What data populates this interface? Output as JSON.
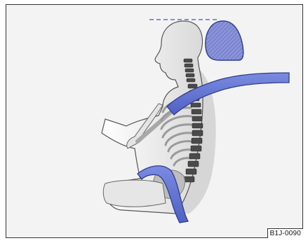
{
  "figure": {
    "reference_code": "B1J-0090"
  },
  "colors": {
    "frame_background": "#f3f3f3",
    "border": "#333333",
    "belt": "#5b6fcf",
    "belt_edge": "#2f3d8f",
    "headrest_fill": "#8b93d9",
    "headrest_hatch": "#5b64b8",
    "body_outline": "#555555",
    "spine": "#4a4a4a",
    "guide_line": "#3a55c9"
  },
  "icons": {
    "headrest": "headrest-shape",
    "occupant": "occupant-silhouette",
    "spine": "spine-illustration",
    "rib_cage": "rib-cage-illustration",
    "shoulder_belt": "shoulder-belt-strap",
    "lap_belt": "lap-belt-strap",
    "head_height_line": "dashed-guide-line"
  }
}
